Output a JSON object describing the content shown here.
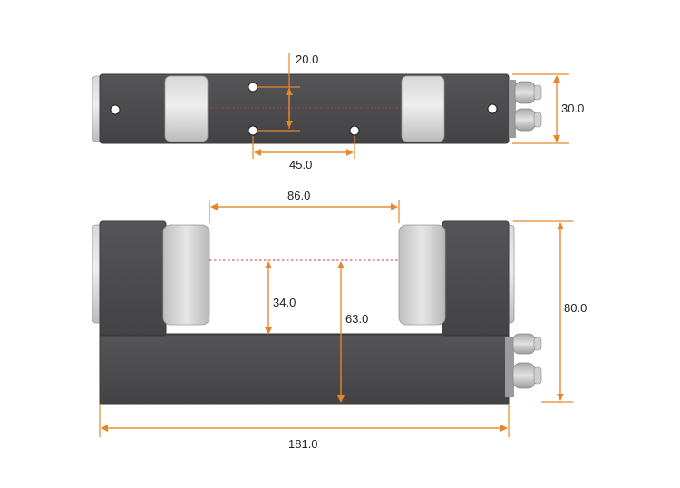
{
  "colors": {
    "body_dark": "#4b4b4d",
    "body_dark_edge": "#3a3a3c",
    "cap_light": "#c9c9c9",
    "cap_highlight": "#e4e4e4",
    "dimension": "#e8862e",
    "reference_line": "#e03030",
    "fitting": "#bfbfbf"
  },
  "top_view": {
    "dim_hole_spacing_vertical": "20.0",
    "dim_height": "30.0",
    "dim_hole_spacing_horizontal": "45.0"
  },
  "front_view": {
    "dim_gap_width": "86.0",
    "dim_beam_height_from_base": "34.0",
    "dim_beam_height_total": "63.0",
    "dim_overall_height": "80.0",
    "dim_overall_length": "181.0"
  }
}
